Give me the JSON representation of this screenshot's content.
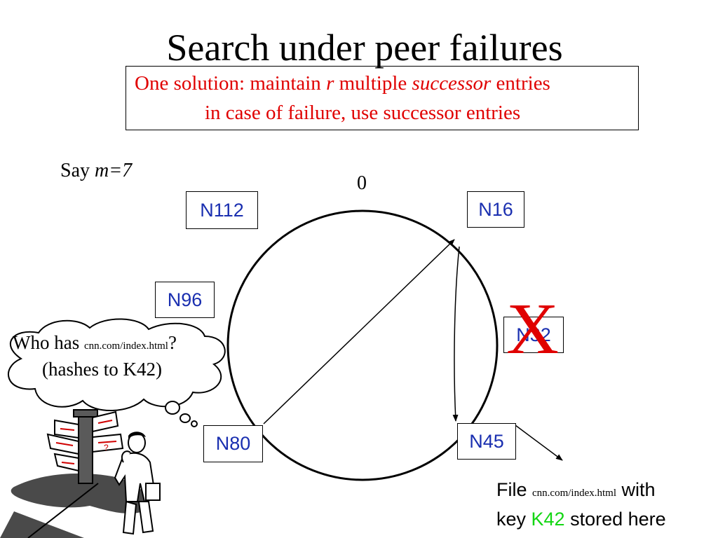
{
  "title": "Search under peer failures",
  "solution": {
    "line1_a": "One solution: maintain ",
    "line1_r": "r",
    "line1_b": " multiple ",
    "line1_successor": "successor",
    "line1_c": " entries",
    "line2": "in case of failure, use successor entries"
  },
  "say": {
    "prefix": "Say ",
    "m": "m=7"
  },
  "ring_zero_label": "0",
  "nodes": {
    "n112": "N112",
    "n16": "N16",
    "n96": "N96",
    "n32": "N32",
    "n80": "N80",
    "n45": "N45"
  },
  "failed_mark": "X",
  "query": {
    "prefix": "Who has ",
    "url": "cnn.com/index.html",
    "suffix": "?",
    "line2": "(hashes to K42)"
  },
  "file_note": {
    "file": "File ",
    "url": "cnn.com/index.html",
    "with": " with",
    "key_prefix": "key ",
    "key": "K42",
    "stored": " stored here"
  },
  "colors": {
    "accent_red": "#e00000",
    "node_text_blue": "#1a2fb0",
    "key_green": "#13d613"
  }
}
